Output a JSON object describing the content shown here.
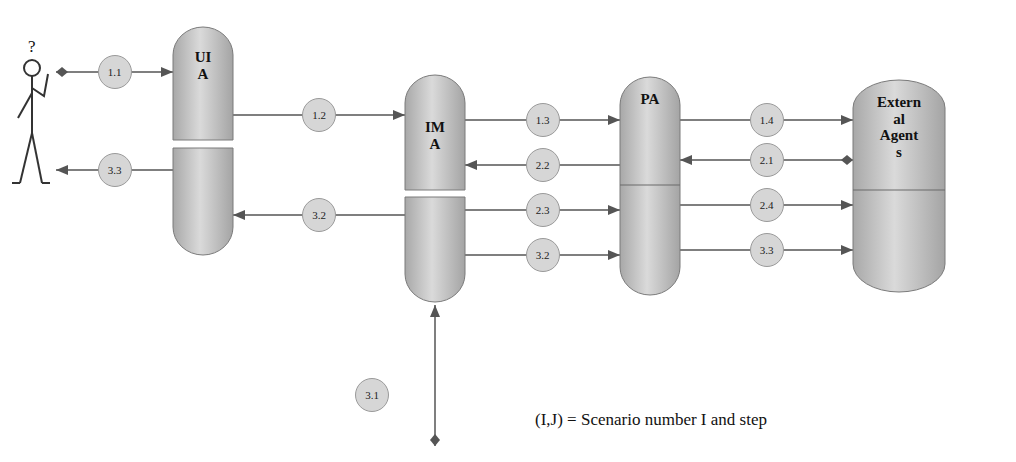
{
  "diagram": {
    "nodes": [
      {
        "text": [
          "?"
        ]
      },
      {
        "text": [
          "UI A"
        ]
      },
      {
        "text": [
          "IM A"
        ]
      },
      {
        "text": [
          "PA"
        ]
      },
      {
        "text": [
          "Extern al Agent s"
        ]
      }
    ],
    "edges": [
      {
        "from": 0,
        "to": 1,
        "label": "1.1",
        "arrow": "to"
      },
      {
        "from": 1,
        "to": 2,
        "label": "1.2",
        "arrow": "to"
      },
      {
        "from": 2,
        "to": 3,
        "label": "1.3",
        "arrow": "to"
      },
      {
        "from": 3,
        "to": 4,
        "label": "1.4",
        "arrow": "to"
      },
      {
        "from": 4,
        "to": 3,
        "label": "2.1",
        "arrow": "to"
      },
      {
        "from": 3,
        "to": 2,
        "label": "2.2",
        "arrow": "to"
      },
      {
        "from": 2,
        "to": 3,
        "label": "2.3",
        "arrow": "to"
      },
      {
        "from": 3,
        "to": 4,
        "label": "2.4",
        "arrow": "to"
      },
      {
        "from": 2,
        "to": 3,
        "label": "3.2",
        "arrow": "to"
      },
      {
        "from": 3,
        "to": 4,
        "label": "3.3",
        "arrow": "to"
      },
      {
        "from": 2,
        "to": 1,
        "label": "3.2",
        "arrow": "to"
      },
      {
        "from": 1,
        "to": 0,
        "label": "3.3",
        "arrow": "to"
      }
    ],
    "labels": [
      "3.1",
      "(I,J) = Scenario number I and step"
    ]
  }
}
